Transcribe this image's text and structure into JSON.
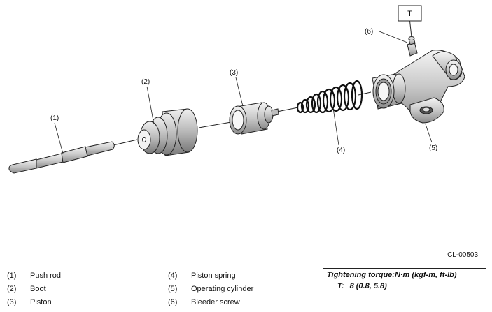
{
  "diagram": {
    "callouts": {
      "push_rod": "(1)",
      "boot": "(2)",
      "piston": "(3)",
      "piston_spring": "(4)",
      "operating_cylinder": "(5)",
      "bleeder_screw": "(6)"
    },
    "torque_box_label": "T",
    "drawing_id": "CL-00503"
  },
  "legend": {
    "left": [
      {
        "num": "(1)",
        "label": "Push rod"
      },
      {
        "num": "(2)",
        "label": "Boot"
      },
      {
        "num": "(3)",
        "label": "Piston"
      }
    ],
    "middle": [
      {
        "num": "(4)",
        "label": "Piston spring"
      },
      {
        "num": "(5)",
        "label": "Operating cylinder"
      },
      {
        "num": "(6)",
        "label": "Bleeder screw"
      }
    ]
  },
  "torque": {
    "title": "Tightening torque:N·m (kgf-m, ft-lb)",
    "key": "T:",
    "value": "8 (0.8, 5.8)"
  }
}
